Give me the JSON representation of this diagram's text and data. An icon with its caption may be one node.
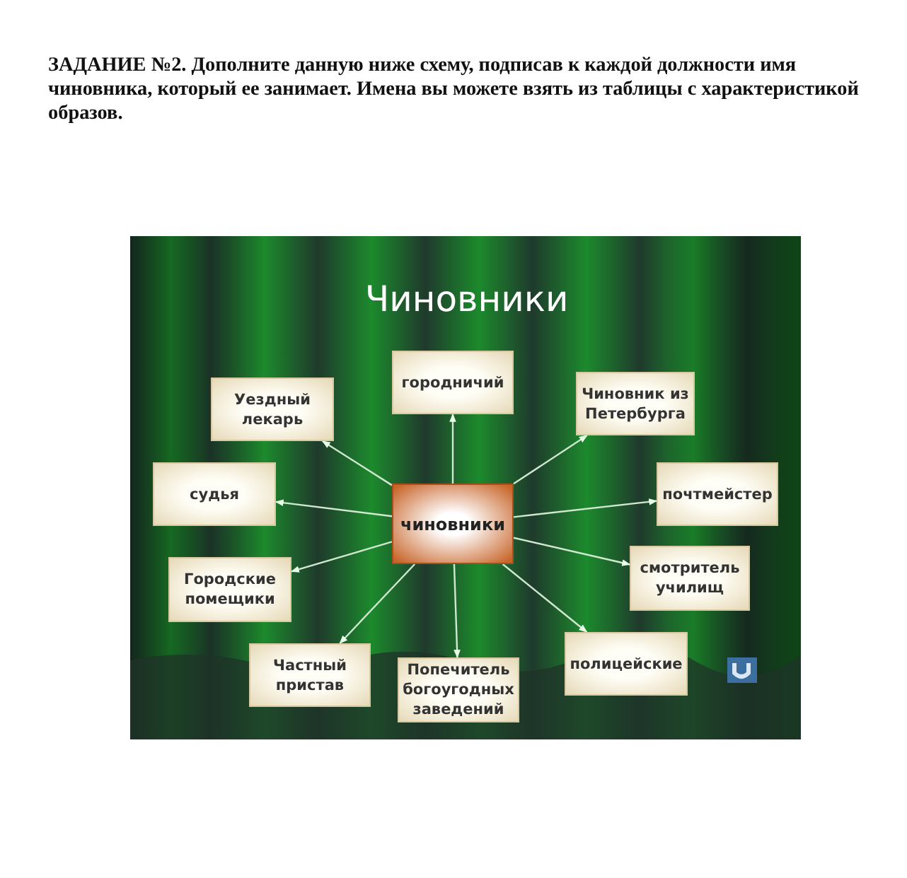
{
  "diagram": {
    "title": "ЗАДАНИЕ №2.  Дополните данную ниже схему, подписав к каждой должности имя чиновника, который ее занимает.  Имена вы можете взять из таблицы с характеристикой образов.",
    "nodes": [
      {
        "text": [
          "городничий"
        ]
      },
      {
        "text": [
          "Уездный лекарь"
        ]
      },
      {
        "text": [
          "Чиновник из Петербурга"
        ]
      },
      {
        "text": [
          "судья"
        ]
      },
      {
        "text": [
          "чиновники"
        ]
      },
      {
        "text": [
          "почтмейстер"
        ]
      },
      {
        "text": [
          "Городские помещики"
        ]
      },
      {
        "text": [
          "смотритель училищ"
        ]
      },
      {
        "text": [
          "Частный пристав"
        ]
      },
      {
        "text": [
          "Попечитель богоугодных заведений"
        ]
      },
      {
        "text": [
          "полицейские"
        ]
      }
    ],
    "edges": [
      {
        "from": 4,
        "to": 0,
        "arrow": "to"
      },
      {
        "from": 4,
        "to": 1,
        "arrow": "to"
      },
      {
        "from": 4,
        "to": 2,
        "arrow": "to"
      },
      {
        "from": 4,
        "to": 3,
        "arrow": "to"
      },
      {
        "from": 4,
        "to": 5,
        "arrow": "to"
      },
      {
        "from": 4,
        "to": 6,
        "arrow": "to"
      },
      {
        "from": 4,
        "to": 7,
        "arrow": "to"
      },
      {
        "from": 4,
        "to": 8,
        "arrow": "to"
      },
      {
        "from": 4,
        "to": 9,
        "arrow": "to"
      },
      {
        "from": 4,
        "to": 10,
        "arrow": "to"
      }
    ],
    "labels": [
      "Чиновники"
    ]
  }
}
